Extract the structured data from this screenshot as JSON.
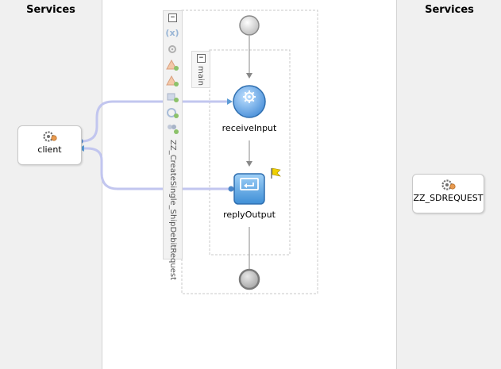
{
  "lanes": {
    "left_title": "Services",
    "right_title": "Services"
  },
  "services": {
    "left": {
      "name": "client"
    },
    "right": {
      "name": "ZZ_SDREQUEST"
    }
  },
  "process": {
    "name": "ZZ_CreateSingle_ShipDebitRequest",
    "collapse_symbol": "−",
    "scope": {
      "name": "main",
      "collapse_symbol": "−"
    },
    "activities": [
      {
        "name": "receiveInput",
        "icon": "gear-icon"
      },
      {
        "name": "replyOutput",
        "icon": "reply-icon"
      }
    ],
    "toolbar_icons": [
      "variables-icon",
      "gear-icon",
      "warning-add-icon",
      "warning-add-icon",
      "partner-link-add-icon",
      "sensor-add-icon",
      "people-add-icon"
    ],
    "toolbar_variables_glyph": "(x)"
  },
  "colors": {
    "wire": "#c2c6ef",
    "activity_blue": "#5b9bd5",
    "flag_yellow": "#f0d000"
  }
}
